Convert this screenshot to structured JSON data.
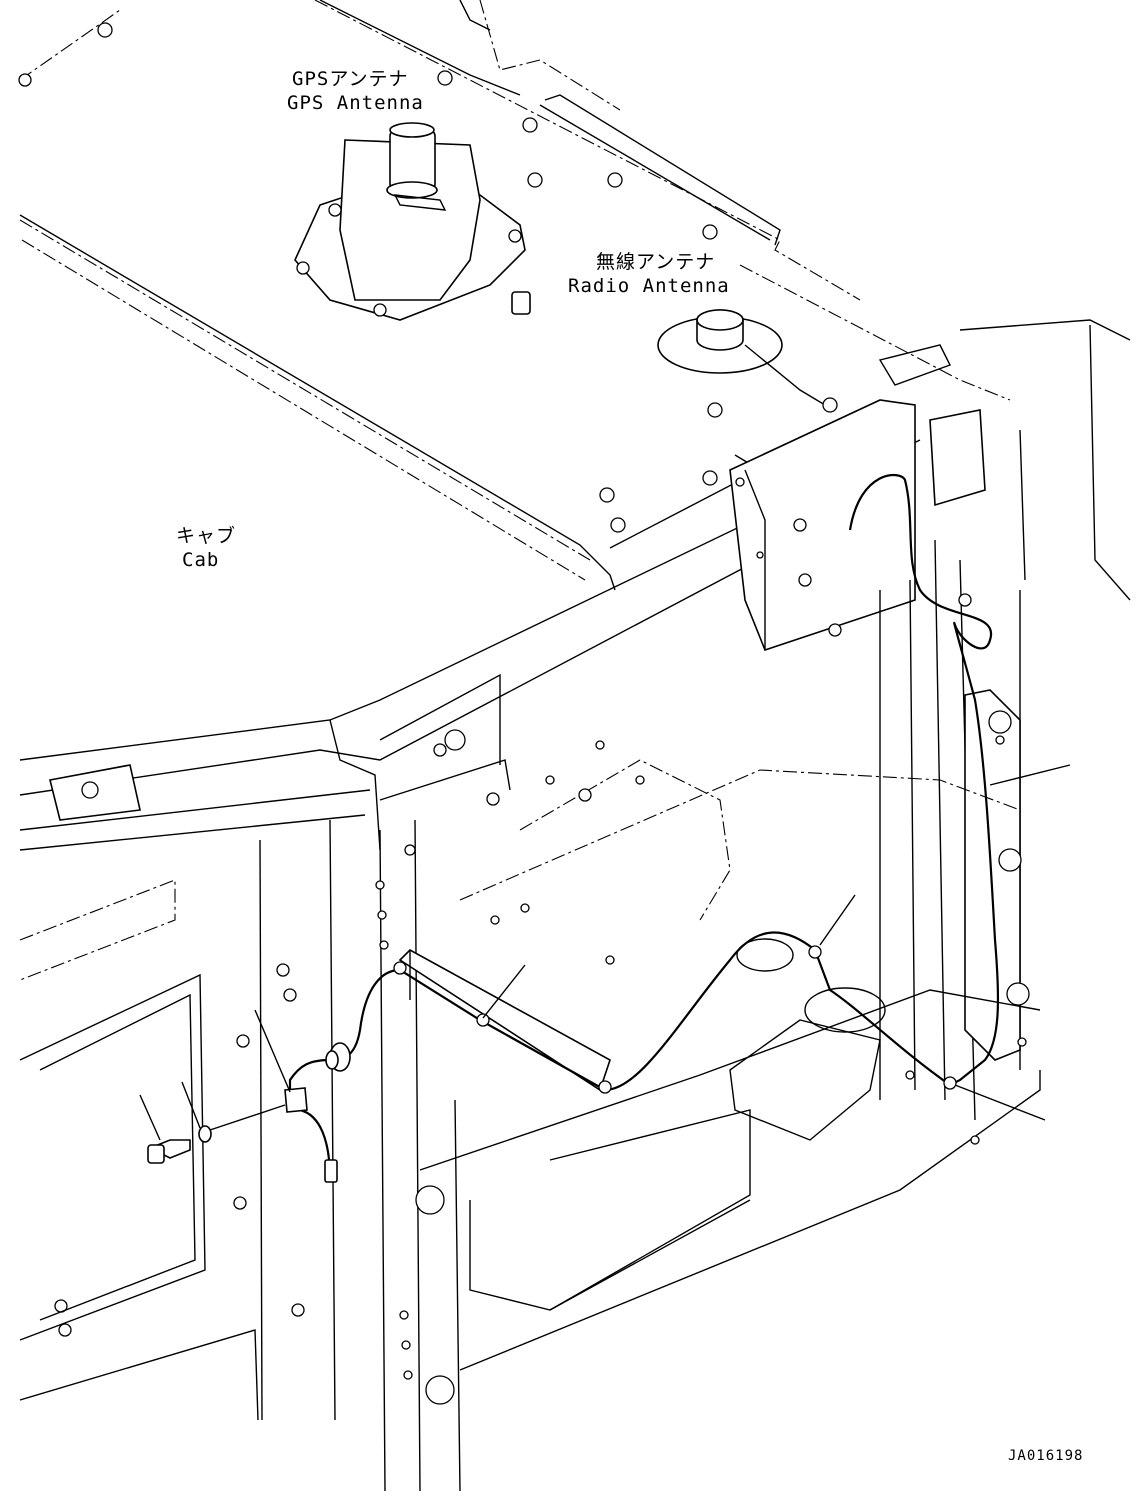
{
  "labels": {
    "gps_jp": "GPSアンテナ",
    "gps_en": "GPS Antenna",
    "radio_jp": "無線アンテナ",
    "radio_en": "Radio Antenna",
    "cab_jp": "キャブ",
    "cab_en": "Cab"
  },
  "drawing_code": "JA016198",
  "colors": {
    "line": "#000000",
    "background": "#ffffff"
  }
}
